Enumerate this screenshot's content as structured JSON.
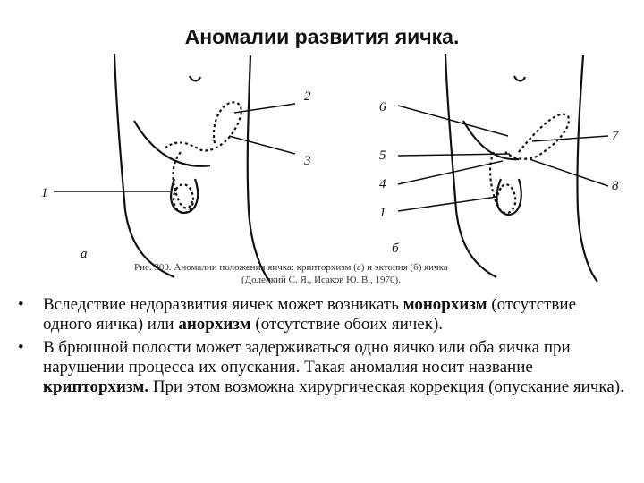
{
  "title": "Аномалии развития яичка.",
  "figure": {
    "left_labels": [
      "2",
      "3",
      "1",
      "а"
    ],
    "right_labels": [
      "6",
      "5",
      "4",
      "1",
      "7",
      "8",
      "б"
    ],
    "caption_line1": "Рис. 300. Аномалии положения яичка: крипторхизм (а) и эктопия (б) яичка",
    "caption_line2": "(Долецкий С. Я., Исаков Ю. В., 1970)."
  },
  "bullets": [
    {
      "before": "Вследствие недоразвития яичек может возникать ",
      "bold1": "монорхизм",
      "middle": " (отсутствие одного яичка) или ",
      "bold2": "анорхизм",
      "after": " (отсутствие обоих яичек)."
    },
    {
      "before": "В брюшной полости может задерживаться одно яичко или оба яичка при нарушении процесса их опускания. Такая аномалия носит название ",
      "bold1": "крипторхизм.",
      "after": " При этом возможна хирургическая коррекция (опускание яичка)."
    }
  ]
}
